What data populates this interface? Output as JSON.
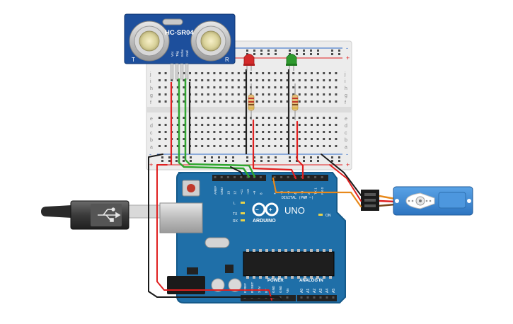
{
  "sensor": {
    "model": "HC-SR04",
    "pins": [
      "Vcc",
      "Trig",
      "Echo",
      "Gnd"
    ],
    "left_mark": "T",
    "right_mark": "R"
  },
  "breadboard": {
    "rail_plus": "+",
    "rail_minus": "-",
    "row_letters_top": [
      "j",
      "i",
      "h",
      "g",
      "f"
    ],
    "row_letters_bottom": [
      "e",
      "d",
      "c",
      "b",
      "a"
    ]
  },
  "arduino": {
    "brand": "ARDUINO",
    "model": "UNO",
    "on_label": "ON",
    "tx_label": "TX",
    "rx_label": "RX",
    "l_label": "L",
    "power_label": "POWER",
    "analog_label": "ANALOG IN",
    "digital_label": "DIGITAL (PWM ~)",
    "top_pins": [
      "AREF",
      "GND",
      "13",
      "12",
      "~11",
      "~10",
      "~9",
      "8",
      "7",
      "~6",
      "~5",
      "4",
      "~3",
      "2",
      "TX 1",
      "RX 0"
    ],
    "power_pins": [
      "IOREF",
      "RESET",
      "3.3V",
      "5V",
      "GND",
      "GND",
      "Vin"
    ],
    "analog_pins": [
      "A0",
      "A1",
      "A2",
      "A3",
      "A4",
      "A5"
    ]
  },
  "colors": {
    "board_blue": "#1f6fa8",
    "board_dark": "#155a8a",
    "sensor_blue": "#1d4f9c",
    "wire_red": "#e02020",
    "wire_green": "#2fa62f",
    "wire_black": "#1a1a1a",
    "wire_orange": "#e8891b",
    "servo_blue": "#3b8ad6",
    "led_red": "#d42a2a",
    "led_green": "#2e9a2e",
    "breadboard": "#eeeeee"
  },
  "components": {
    "usb_cable": "usb-cable",
    "servo": "servo-motor",
    "leds": [
      "red-led",
      "green-led"
    ],
    "resistors": [
      "resistor-1",
      "resistor-2"
    ]
  }
}
